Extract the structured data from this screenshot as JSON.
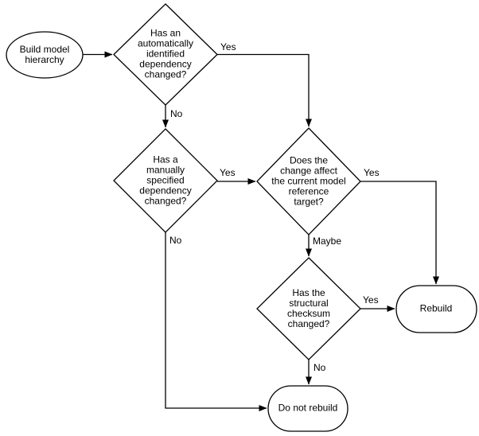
{
  "diagram": {
    "background": "#ffffff",
    "stroke_color": "#000000",
    "text_color": "#000000",
    "nodes": {
      "start": {
        "shape": "ellipse",
        "label": "Build model\nhierarchy"
      },
      "auto_dependency": {
        "shape": "decision",
        "label": "Has an\nautomatically\nidentified\ndependency\nchanged?"
      },
      "manual_dependency": {
        "shape": "decision",
        "label": "Has a\nmanually\nspecified\ndependency\nchanged?"
      },
      "reference_target": {
        "shape": "decision",
        "label": "Does the\nchange affect\nthe current model\nreference\ntarget?"
      },
      "structural_checksum": {
        "shape": "decision",
        "label": "Has the\nstructural\nchecksum\nchanged?"
      },
      "rebuild": {
        "shape": "terminator",
        "label": "Rebuild"
      },
      "do_not_rebuild": {
        "shape": "terminator",
        "label": "Do not rebuild"
      }
    },
    "edge_labels": {
      "auto_yes": "Yes",
      "auto_no": "No",
      "manual_yes": "Yes",
      "manual_no": "No",
      "reference_yes": "Yes",
      "reference_maybe": "Maybe",
      "checksum_yes": "Yes",
      "checksum_no": "No"
    }
  }
}
